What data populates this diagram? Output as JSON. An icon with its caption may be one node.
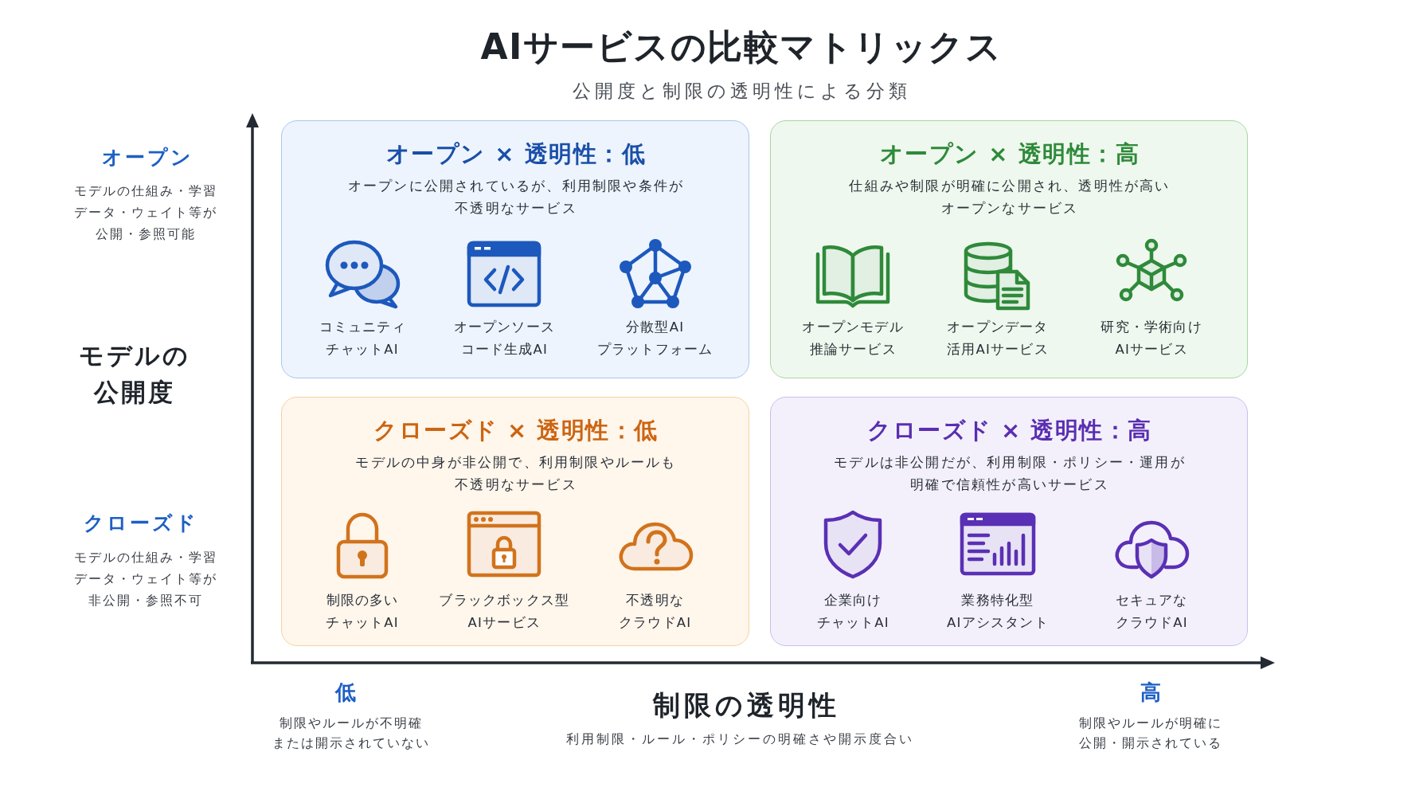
{
  "diagram": {
    "title": "AIサービスの比較マトリックス",
    "nodes": [
      {
        "text": [
          "オープン × 透明性：低",
          "オープンに公開されているが、利用制限や条件が不透明なサービス",
          "コミュニティチャットAI",
          "オープンソースコード生成AI",
          "分散型AIプラットフォーム"
        ]
      },
      {
        "text": [
          "オープン × 透明性：高",
          "仕組みや制限が明確に公開され、透明性が高いオープンなサービス",
          "オープンモデル推論サービス",
          "オープンデータ活用AIサービス",
          "研究・学術向けAIサービス"
        ]
      },
      {
        "text": [
          "クローズド × 透明性：低",
          "モデルの中身が非公開で、利用制限やルールも不透明なサービス",
          "制限の多いチャットAI",
          "ブラックボックス型AIサービス",
          "不透明なクラウドAI"
        ]
      },
      {
        "text": [
          "クローズド × 透明性：高",
          "モデルは非公開だが、利用制限・ポリシー・運用が明確で信頼性が高いサービス",
          "企業向けチャットAI",
          "業務特化型AIアシスタント",
          "セキュアなクラウドAI"
        ]
      }
    ],
    "labels": [
      "公開度と制限の透明性による分類",
      "オープン",
      "モデルの仕組み・学習データ・ウェイト等が公開・参照可能",
      "モデルの公開度",
      "クローズド",
      "モデルの仕組み・学習データ・ウェイト等が非公開・参照不可",
      "低",
      "制限やルールが不明確または開示されていない",
      "制限の透明性",
      "利用制限・ルール・ポリシーの明確さや開示度合い",
      "高",
      "制限やルールが明確に公開・開示されている"
    ]
  }
}
